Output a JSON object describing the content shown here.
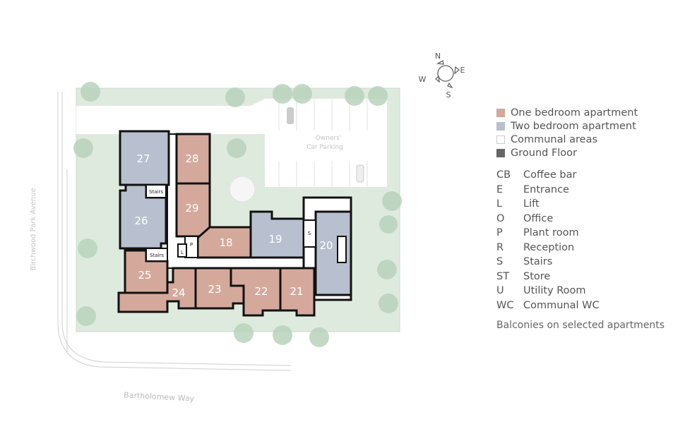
{
  "colors": {
    "one_bedroom": "#d4a99c",
    "two_bedroom": "#b8c0cf",
    "communal": "#ffffff",
    "ground_floor": "#666666",
    "garden": "#dfeade",
    "tree": "#b9d3bc"
  },
  "compass": {
    "n": "N",
    "e": "E",
    "s": "S",
    "w": "W"
  },
  "roads": {
    "west": "Birchwood Park Avenue",
    "south": "Bartholomew Way"
  },
  "parking": {
    "line1": "Owners'",
    "line2": "Car Parking"
  },
  "apartments": [
    {
      "number": "27",
      "type": "two_bedroom"
    },
    {
      "number": "28",
      "type": "one_bedroom"
    },
    {
      "number": "29",
      "type": "one_bedroom"
    },
    {
      "number": "26",
      "type": "two_bedroom"
    },
    {
      "number": "18",
      "type": "one_bedroom"
    },
    {
      "number": "19",
      "type": "two_bedroom"
    },
    {
      "number": "20",
      "type": "two_bedroom"
    },
    {
      "number": "25",
      "type": "one_bedroom"
    },
    {
      "number": "24",
      "type": "one_bedroom"
    },
    {
      "number": "23",
      "type": "one_bedroom"
    },
    {
      "number": "22",
      "type": "one_bedroom"
    },
    {
      "number": "21",
      "type": "one_bedroom"
    }
  ],
  "rooms": {
    "stairs_upper": "Stairs",
    "stairs_lower": "Stairs",
    "plant": "P",
    "lift": "L",
    "stairs_east": "S"
  },
  "legend": {
    "keys": [
      {
        "label": "One bedroom apartment"
      },
      {
        "label": "Two bedroom apartment"
      },
      {
        "label": "Communal areas"
      },
      {
        "label": "Ground Floor"
      }
    ],
    "abbreviations": [
      {
        "code": "CB",
        "meaning": "Coffee bar"
      },
      {
        "code": "E",
        "meaning": "Entrance"
      },
      {
        "code": "L",
        "meaning": "Lift"
      },
      {
        "code": "O",
        "meaning": "Office"
      },
      {
        "code": "P",
        "meaning": "Plant room"
      },
      {
        "code": "R",
        "meaning": "Reception"
      },
      {
        "code": "S",
        "meaning": "Stairs"
      },
      {
        "code": "ST",
        "meaning": "Store"
      },
      {
        "code": "U",
        "meaning": "Utility Room"
      },
      {
        "code": "WC",
        "meaning": "Communal WC"
      }
    ],
    "note": "Balconies on selected apartments"
  }
}
